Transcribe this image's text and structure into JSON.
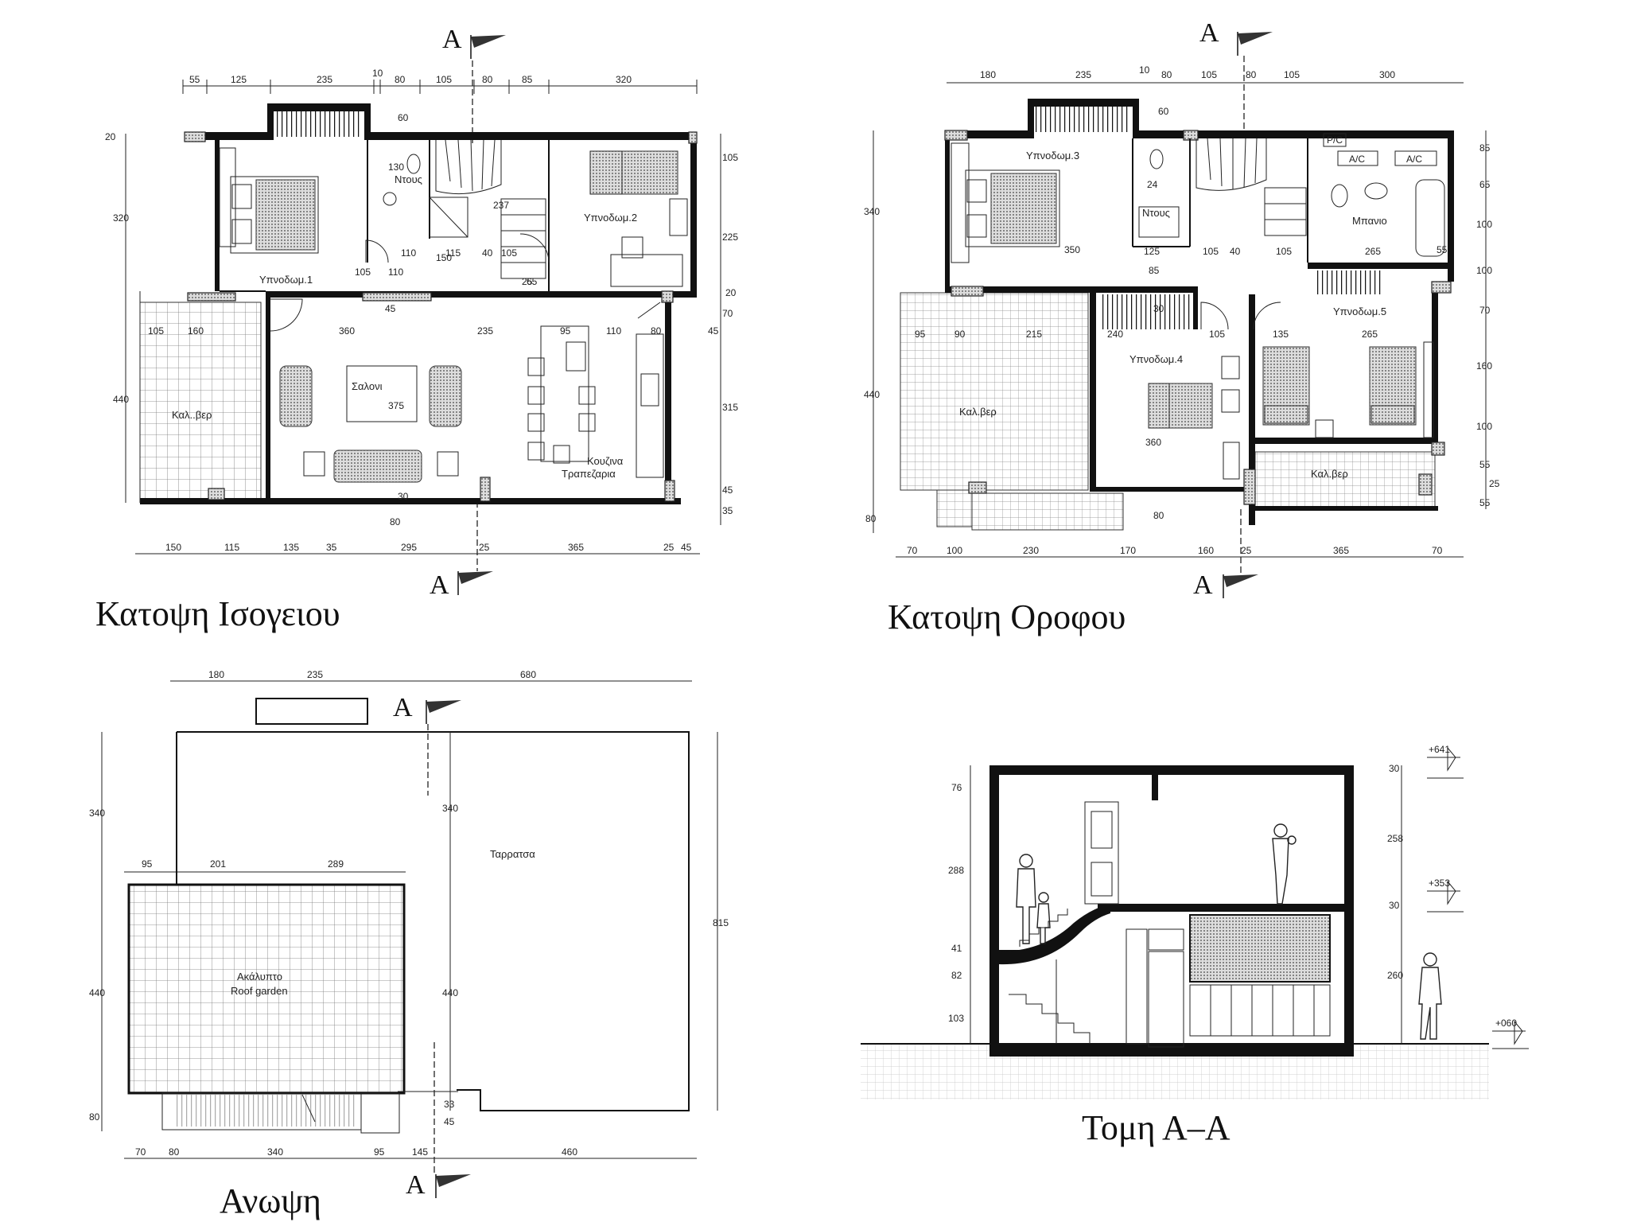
{
  "sections": {
    "ground": {
      "title": "Κατοψη Ισογειου",
      "section_marks": [
        "A",
        "A"
      ],
      "top_dims": [
        "55",
        "125",
        "235",
        "10",
        "80",
        "105",
        "80",
        "85",
        "320"
      ],
      "bottom_dims": [
        "150",
        "115",
        "135",
        "35",
        "295",
        "25",
        "365",
        "25",
        "45"
      ],
      "left_dims": [
        "20",
        "320",
        "440"
      ],
      "right_dims": [
        "105",
        "225",
        "20",
        "70",
        "45",
        "315",
        "45",
        "35"
      ],
      "inner_dims": [
        "60",
        "130",
        "110",
        "110",
        "115",
        "40",
        "105",
        "105",
        "160",
        "360",
        "235",
        "95",
        "110",
        "80",
        "45",
        "375",
        "30",
        "80",
        "105",
        "25",
        "65",
        "237",
        "150"
      ],
      "rooms": {
        "bed1": "Υπνοδωμ.1",
        "shower": "Ντους",
        "bed2": "Υπνοδωμ.2",
        "living": "Σαλονι",
        "veranda": "Καλ..βερ",
        "kitchen_line1": "Κουζινα",
        "kitchen_line2": "Τραπεζαρια"
      }
    },
    "upper": {
      "title": "Κατοψη Οροφου",
      "section_marks": [
        "A",
        "A"
      ],
      "top_dims": [
        "180",
        "235",
        "10",
        "80",
        "105",
        "80",
        "105",
        "300"
      ],
      "bottom_dims": [
        "70",
        "100",
        "230",
        "170",
        "160",
        "25",
        "365",
        "70"
      ],
      "left_dims": [
        "340",
        "440",
        "80"
      ],
      "right_dims": [
        "85",
        "65",
        "100",
        "100",
        "70",
        "160",
        "100",
        "55",
        "25",
        "55"
      ],
      "inner_dims": [
        "60",
        "350",
        "125",
        "105",
        "40",
        "105",
        "265",
        "55",
        "240",
        "105",
        "135",
        "265",
        "95",
        "90",
        "215",
        "360",
        "85",
        "24",
        "80",
        "30"
      ],
      "rooms": {
        "bed3": "Υπνοδωμ.3",
        "shower": "Ντους",
        "bath": "Μπανιο",
        "bed4": "Υπνοδωμ.4",
        "bed5": "Υπνοδωμ.5",
        "veranda_left": "Καλ.βερ",
        "veranda_right": "Καλ.βερ",
        "ac1": "A/C",
        "ac2": "A/C",
        "pc": "P/C"
      }
    },
    "roof": {
      "title": "Ανωψη",
      "section_marks": [
        "A",
        "A"
      ],
      "top_dims": [
        "180",
        "235",
        "680"
      ],
      "mid_dims": [
        "95",
        "201",
        "289"
      ],
      "bottom_dims": [
        "70",
        "80",
        "340",
        "95",
        "145",
        "460"
      ],
      "left_dims": [
        "340",
        "440",
        "80"
      ],
      "right_dims": [
        "815"
      ],
      "inner_dims": [
        "340",
        "440",
        "33",
        "45"
      ],
      "rooms": {
        "terrace": "Ταρρατσα",
        "garden_gr": "Ακάλυπτο",
        "garden_en": "Roof garden"
      }
    },
    "section": {
      "title": "Τομη Α–Α",
      "levels": [
        "+641",
        "+353",
        "+060"
      ],
      "left_dims": [
        "76",
        "288",
        "41",
        "82",
        "103"
      ],
      "right_dims": [
        "30",
        "258",
        "30",
        "260"
      ]
    }
  },
  "colors": {
    "ink": "#111111",
    "paper": "#ffffff",
    "hatch": "#555555"
  }
}
